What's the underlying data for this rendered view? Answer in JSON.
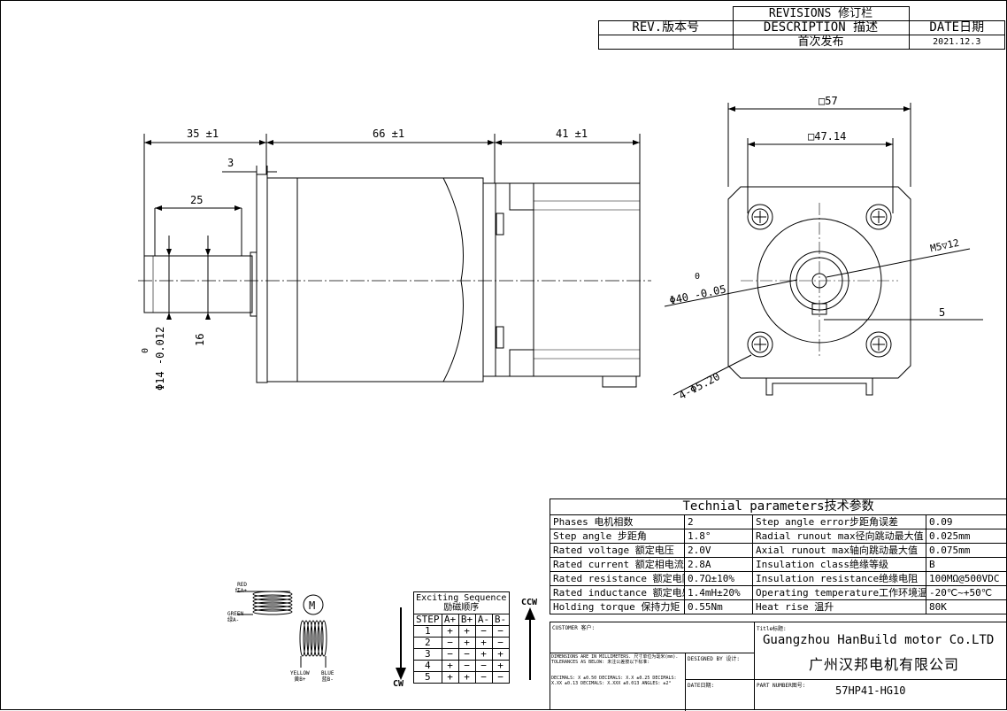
{
  "revisions": {
    "title": "REVISIONS 修订栏",
    "rev_label": "REV.版本号",
    "desc_label": "DESCRIPTION 描述",
    "date_label": "DATE日期",
    "rows": [
      {
        "rev": "",
        "desc": "首次发布",
        "date": "2021.12.3"
      }
    ]
  },
  "side_view": {
    "dim_35": "35 ±1",
    "dim_66": "66 ±1",
    "dim_41": "41 ±1",
    "dim_3": "3",
    "dim_25": "25",
    "dim_16": "16",
    "dim_phi14": "Φ14 -0.012",
    "dim_phi14_tol": "0"
  },
  "front_view": {
    "dim_57": "□57",
    "dim_47": "□47.14",
    "dim_m5": "M5▽12",
    "dim_5": "5",
    "dim_phi40": "Φ40 -0.05",
    "dim_phi40_tol": "0",
    "dim_holes": "4-Φ5.20"
  },
  "wiring": {
    "red": "RED",
    "red_cn": "红A+",
    "green": "GREEN",
    "green_cn": "绿A-",
    "yellow": "YELLOW",
    "yellow_cn": "黄B+",
    "blue": "BLUE",
    "blue_cn": "蓝B-",
    "motor": "M"
  },
  "sequence": {
    "title": "Exciting Sequence",
    "title_cn": "励磁顺序",
    "ccw": "CCW",
    "cw": "CW",
    "headers": [
      "STEP",
      "A+",
      "B+",
      "A-",
      "B-"
    ],
    "rows": [
      [
        "1",
        "+",
        "+",
        "−",
        "−"
      ],
      [
        "2",
        "−",
        "+",
        "+",
        "−"
      ],
      [
        "3",
        "−",
        "−",
        "+",
        "+"
      ],
      [
        "4",
        "+",
        "−",
        "−",
        "+"
      ],
      [
        "5",
        "+",
        "+",
        "−",
        "−"
      ]
    ]
  },
  "tech": {
    "title": "Technial parameters技术参数",
    "rows": [
      {
        "l1": "Phases 电机相数",
        "v1": "2",
        "l2": "Step angle error步距角误差",
        "v2": "0.09"
      },
      {
        "l1": "Step angle 步距角",
        "v1": "1.8°",
        "l2": "Radial runout max径向跳动最大值",
        "v2": "0.025mm"
      },
      {
        "l1": "Rated voltage 额定电压",
        "v1": "2.0V",
        "l2": "Axial runout max轴向跳动最大值",
        "v2": "0.075mm"
      },
      {
        "l1": "Rated current 额定相电流",
        "v1": "2.8A",
        "l2": "Insulation class绝缘等级",
        "v2": "B"
      },
      {
        "l1": "Rated resistance 额定电阻",
        "v1": "0.7Ω±10%",
        "l2": "Insulation resistance绝缘电阻",
        "v2": "100MΩ@500VDC"
      },
      {
        "l1": "Rated inductance 额定电感",
        "v1": "1.4mH±20%",
        "l2": "Operating temperature工作环境温度",
        "v2": "-20℃~+50℃"
      },
      {
        "l1": "Holding torque 保持力矩",
        "v1": "0.55Nm",
        "l2": "Heat rise 温升",
        "v2": "80K"
      }
    ]
  },
  "titleblock": {
    "customer": "CUSTOMER 客户:",
    "title_label": "Title标题:",
    "company_en": "Guangzhou HanBuild motor Co.LTD",
    "company_cn": "广州汉邦电机有限公司",
    "dims_note": "DIMENSIONS ARE IN MILLIMETERS. 尺寸单位为毫米(mm). TOLERANCES AS BELOW: 未注公差按以下标准:",
    "decimals_note": "DECIMALS: X ±0.50 DECIMALS: X.X ±0.25 DECIMALS: X.XX ±0.13 DECIMALS: X.XXX ±0.013 ANGLES: ±2°",
    "designed_by": "DESIGNED BY 设计:",
    "date_label": "DATE日期:",
    "part_label": "PART NUMBER图号:",
    "part_number": "57HP41-HG10"
  }
}
